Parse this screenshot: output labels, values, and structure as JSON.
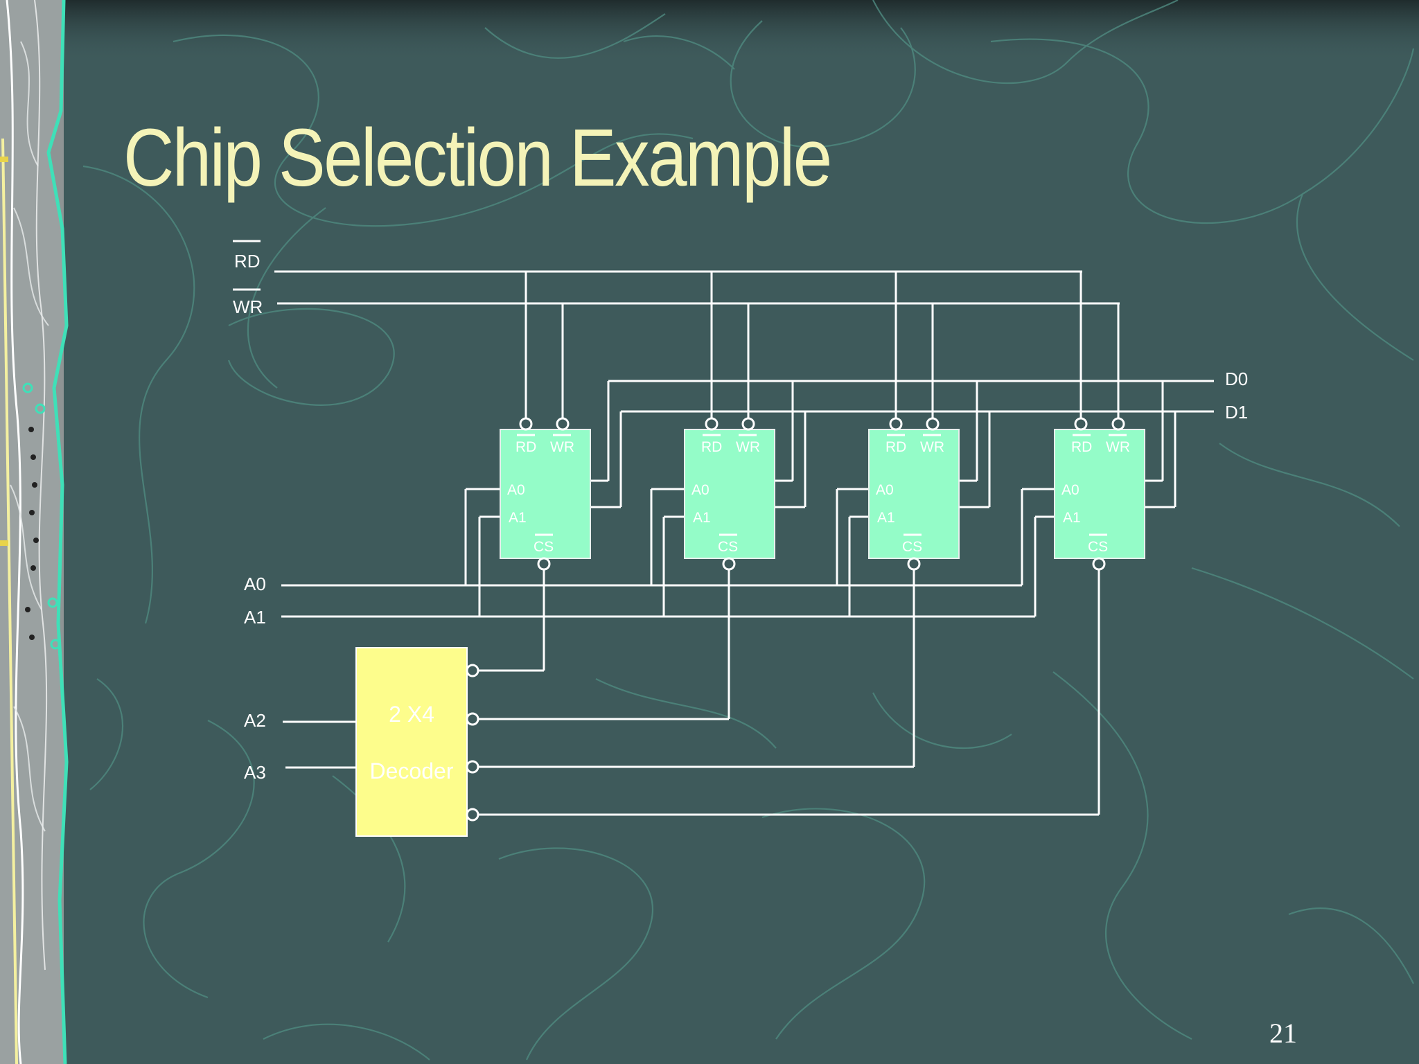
{
  "slide": {
    "title": "Chip Selection Example",
    "page_number": "21"
  },
  "signals": {
    "rd": "RD",
    "wr": "WR",
    "d0": "D0",
    "d1": "D1",
    "a0": "A0",
    "a1": "A1",
    "a2": "A2",
    "a3": "A3"
  },
  "chip_pins": {
    "rd": "RD",
    "wr": "WR",
    "a0": "A0",
    "a1": "A1",
    "cs": "CS"
  },
  "decoder": {
    "line1": "2 X4",
    "line2": "Decoder"
  },
  "colors": {
    "background": "#3e5a5b",
    "title": "#f4f3b8",
    "chip_fill": "#94fcc8",
    "decoder_fill": "#fdfd8c",
    "wire": "#ffffff",
    "contour": "#4f8a80"
  },
  "chip_count": 4
}
